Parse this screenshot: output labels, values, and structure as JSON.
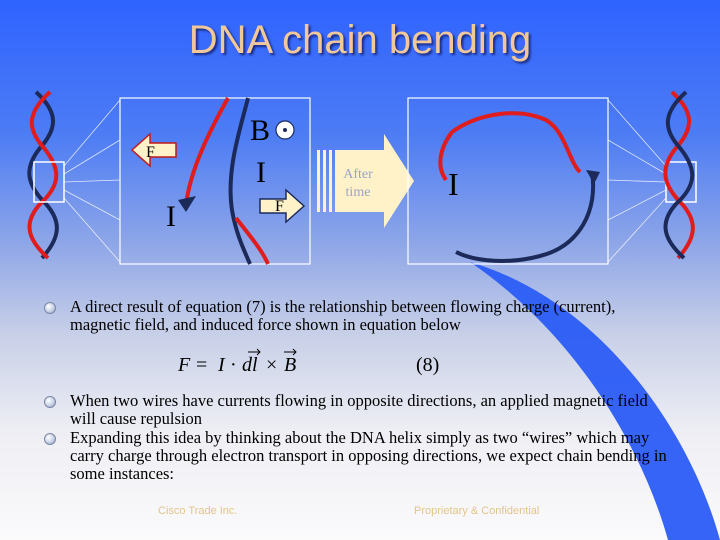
{
  "title": "DNA chain bending",
  "diagram": {
    "label_b": "B",
    "label_i_left": "I",
    "label_i_mid": "I",
    "label_i_right": "I",
    "label_f_left": "F",
    "label_f_right": "F",
    "after_time": "After time"
  },
  "bullets": [
    "A direct result of equation (7) is the relationship between flowing charge (current), magnetic field, and induced force shown in equation below",
    "When two wires have currents flowing in opposite directions, an applied magnetic field will cause repulsion",
    "Expanding this idea by thinking about the DNA helix simply as two “wires” which may carry charge through electron transport in opposing directions, we expect chain bending in some instances:"
  ],
  "equation": {
    "lhs": "F",
    "rhs_i": "I",
    "rhs_dl": "dl",
    "rhs_b": "B",
    "number": "(8)"
  },
  "footer": {
    "left": "Cisco Trade Inc.",
    "right": "Proprietary & Confidential"
  },
  "colors": {
    "strand_red": "#e01c1c",
    "strand_dark": "#1c2a5a",
    "arrow_fill": "#fff2c8"
  }
}
